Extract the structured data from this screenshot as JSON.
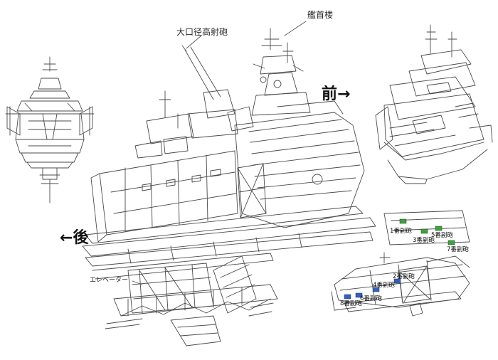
{
  "annotations": {
    "main_gun": "大口径高射砲",
    "bridge": "艦首楼",
    "elevator": "エレベーター",
    "front": "前",
    "back": "後",
    "front_arrow": "→",
    "back_arrow": "←"
  },
  "secondary_guns": {
    "top_view": [
      {
        "label": "1番副砲",
        "color": "#3aa53a"
      },
      {
        "label": "3番副砲",
        "color": "#3aa53a"
      },
      {
        "label": "5番副砲",
        "color": "#3aa53a"
      },
      {
        "label": "7番副砲",
        "color": "#3aa53a"
      }
    ],
    "bottom_view": [
      {
        "label": "2番副砲",
        "color": "#2f5fc8"
      },
      {
        "label": "4番副砲",
        "color": "#2f5fc8"
      },
      {
        "label": "6番副砲",
        "color": "#2f5fc8"
      },
      {
        "label": "8番副砲",
        "color": "#2f5fc8"
      }
    ]
  }
}
